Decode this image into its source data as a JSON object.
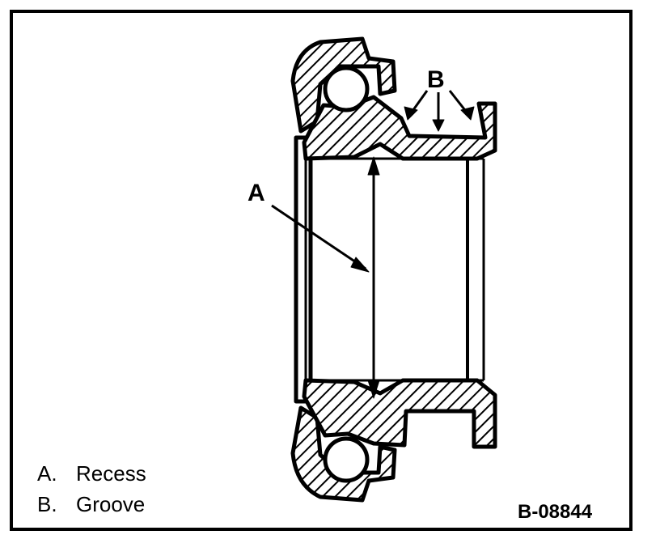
{
  "callouts": {
    "a": "A",
    "b": "B"
  },
  "legend": {
    "item_a_key": "A.",
    "item_a_text": "Recess",
    "item_b_key": "B.",
    "item_b_text": "Groove"
  },
  "figure_id": "B-08844",
  "colors": {
    "ink": "#000000",
    "paper": "#ffffff"
  }
}
